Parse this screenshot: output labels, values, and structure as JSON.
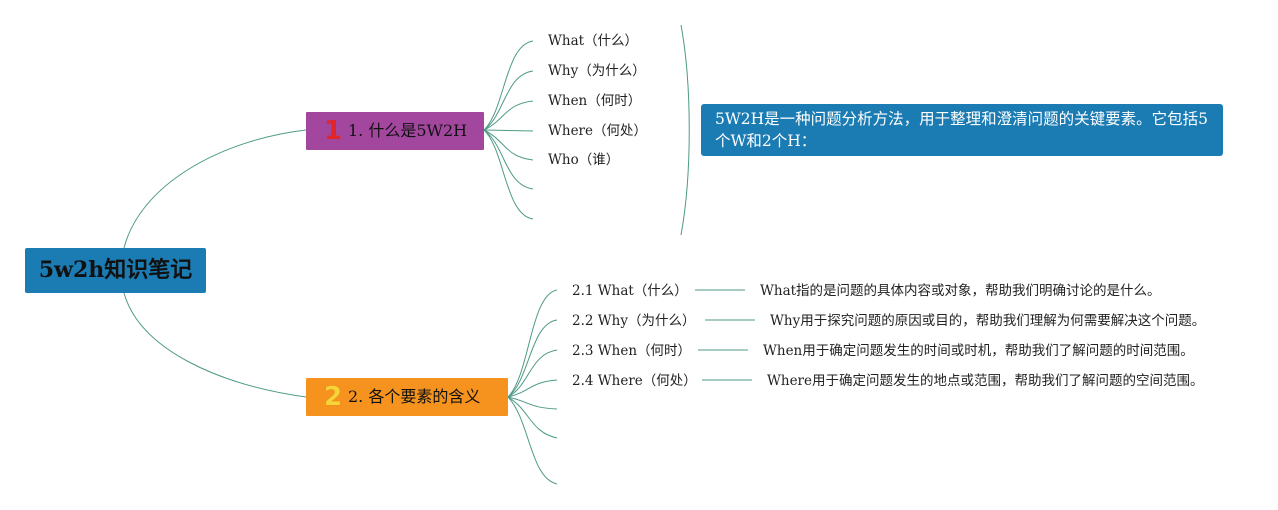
{
  "root": {
    "label": "5w2h知识笔记"
  },
  "branch1": {
    "number": "1",
    "label": "1. 什么是5W2H",
    "items": [
      "What（什么）",
      "Why（为什么）",
      "When（何时）",
      "Where（何处）",
      "Who（谁）"
    ],
    "summary": "5W2H是一种问题分析方法，用于整理和澄清问题的关键要素。它包括5个W和2个H："
  },
  "branch2": {
    "number": "2",
    "label": "2. 各个要素的含义",
    "items": [
      {
        "label": "2.1 What（什么）",
        "description": "What指的是问题的具体内容或对象，帮助我们明确讨论的是什么。"
      },
      {
        "label": "2.2 Why（为什么）",
        "description": "Why用于探究问题的原因或目的，帮助我们理解为何需要解决这个问题。"
      },
      {
        "label": "2.3 When（何时）",
        "description": "When用于确定问题发生的时间或时机，帮助我们了解问题的时间范围。"
      },
      {
        "label": "2.4 Where（何处）",
        "description": "Where用于确定问题发生的地点或范围，帮助我们了解问题的空间范围。"
      }
    ]
  },
  "colors": {
    "root": "#1b7bb3",
    "branch1": "#a3479e",
    "branch2": "#f6931e",
    "connector": "#4e9a87",
    "callout": "#1b7bb3"
  }
}
